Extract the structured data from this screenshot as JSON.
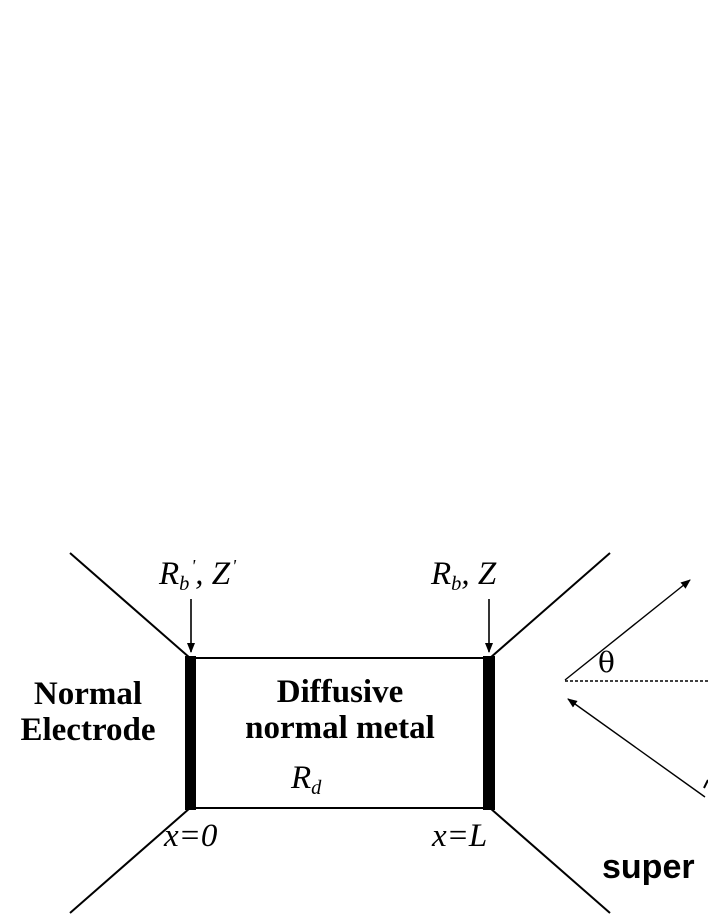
{
  "labels": {
    "left_electrode_line1": "Normal",
    "left_electrode_line2": "Electrode",
    "middle_line1": "Diffusive",
    "middle_line2": "normal metal",
    "rd_main": "R",
    "rd_sub": "d",
    "left_interface_r": "R",
    "left_interface_r_sub": "b",
    "left_interface_r_prime": "'",
    "left_interface_sep": ", ",
    "left_interface_z": "Z",
    "left_interface_z_prime": "'",
    "right_interface_r": "R",
    "right_interface_r_sub": "b",
    "right_interface_sep": ", ",
    "right_interface_z": "Z",
    "x_left": "x=0",
    "x_right": "x=L",
    "angle": "θ",
    "super_partial": "super"
  }
}
